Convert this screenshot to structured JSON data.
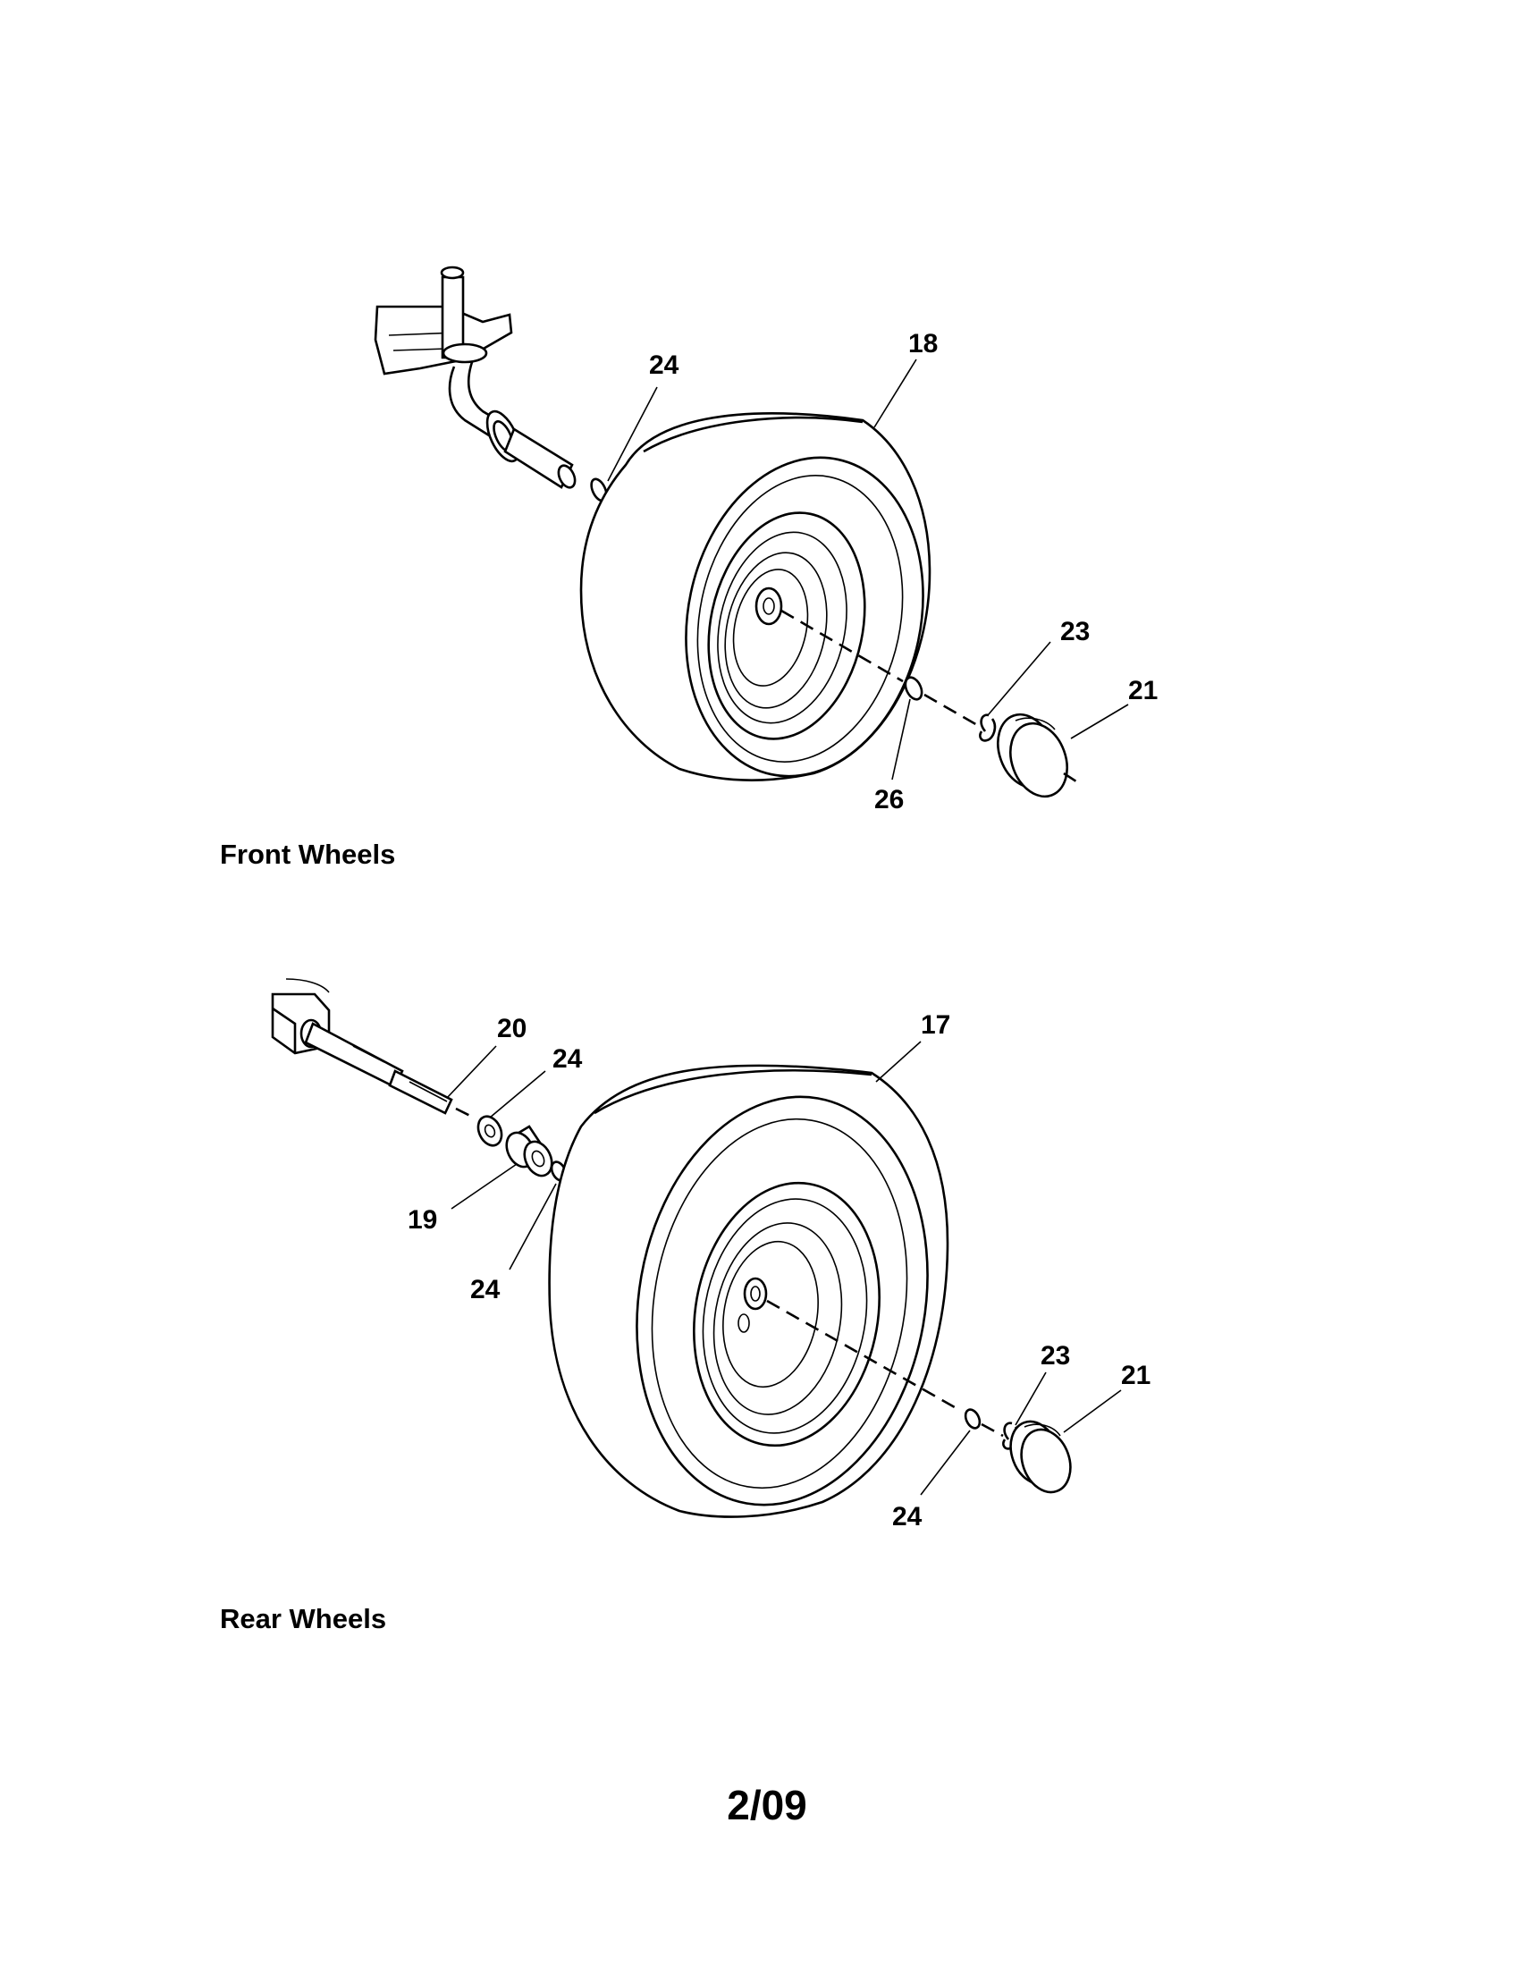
{
  "sections": [
    {
      "title": "Front Wheels",
      "callouts": [
        "24",
        "18",
        "23",
        "21",
        "26"
      ]
    },
    {
      "title": "Rear Wheels",
      "callouts": [
        "20",
        "24",
        "17",
        "19",
        "24",
        "23",
        "21",
        "24"
      ]
    }
  ],
  "page_number": "2/09"
}
